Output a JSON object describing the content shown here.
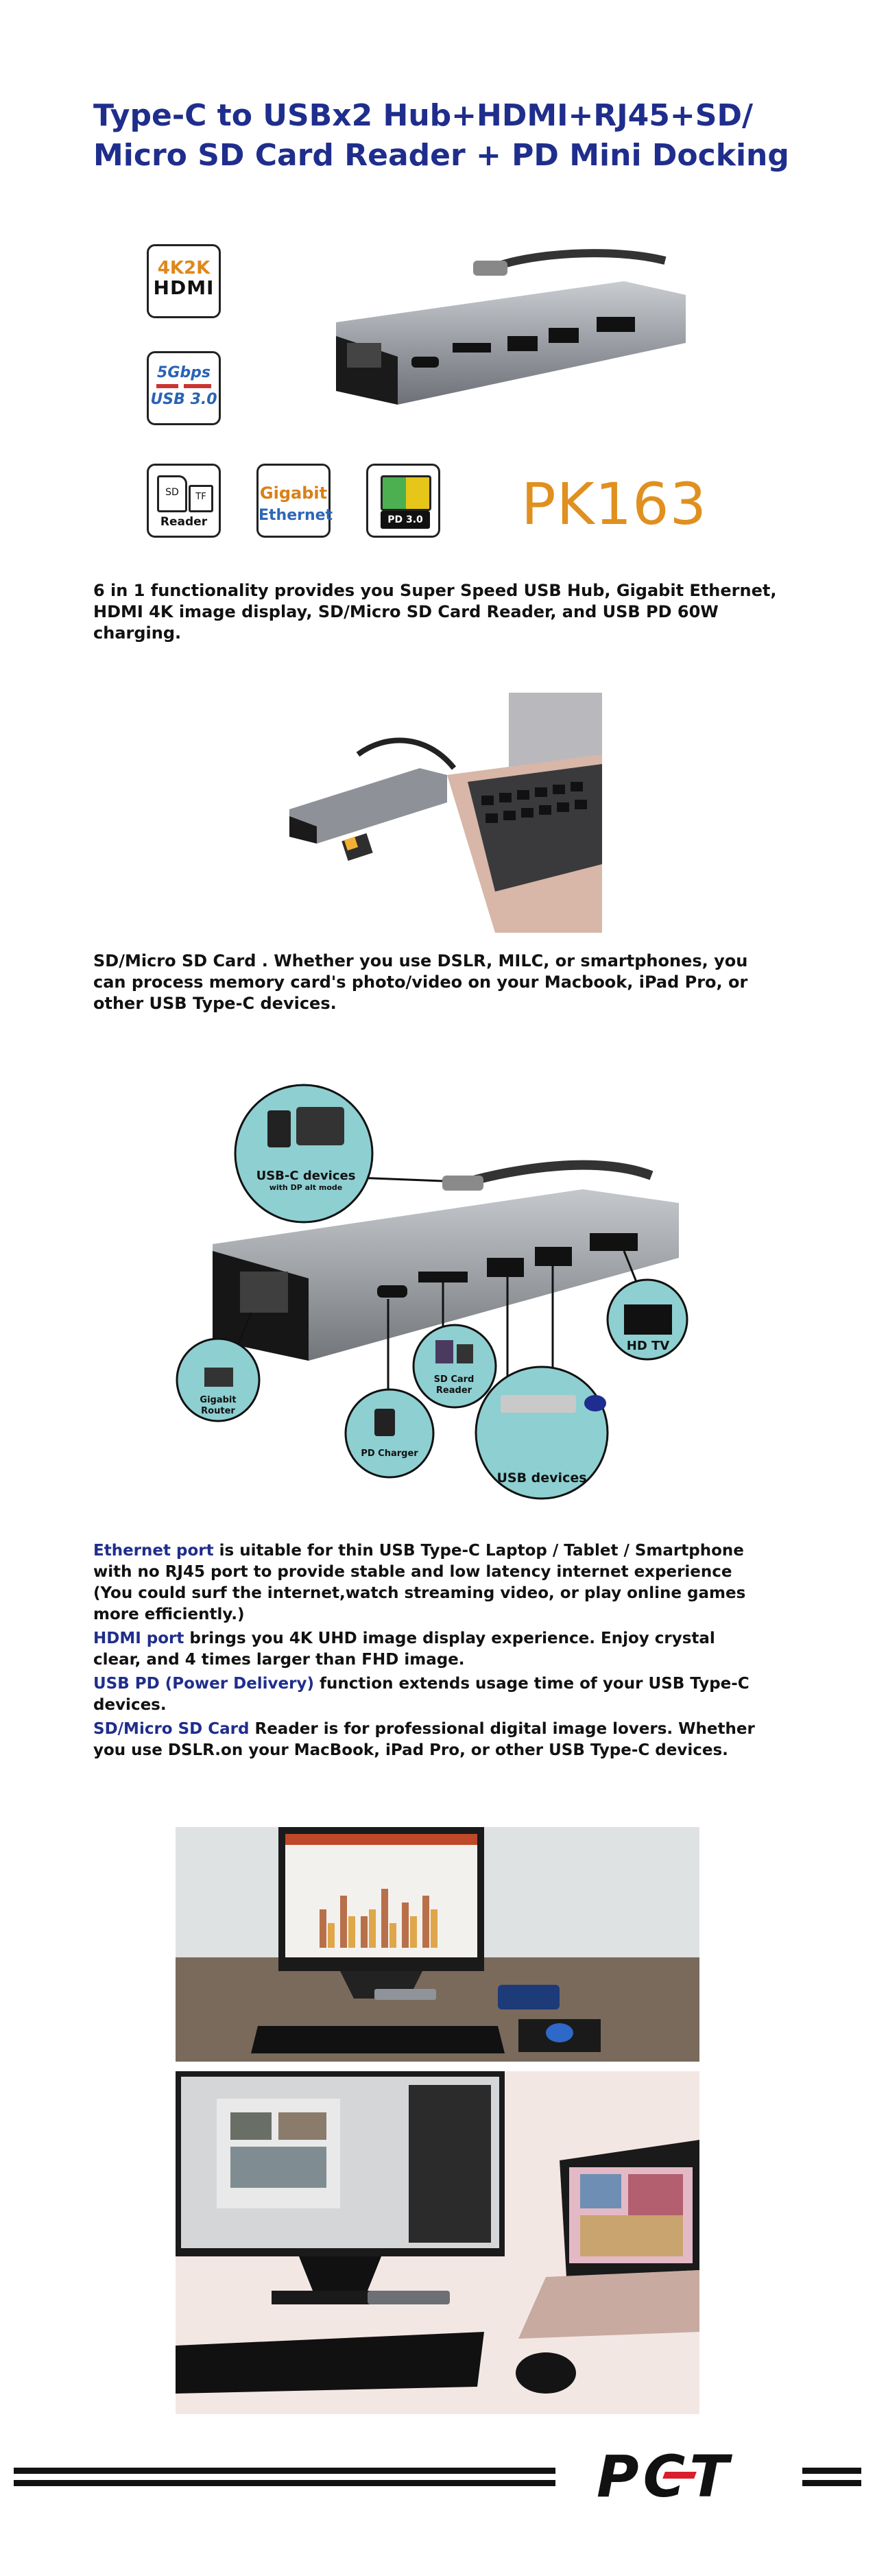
{
  "header": {
    "title_line1": "Type-C to USBx2 Hub+HDMI+RJ45+SD/",
    "title_line2": "Micro SD Card Reader + PD Mini Docking"
  },
  "badges": {
    "hdmi": {
      "line1": "4K2K",
      "line2": "HDMI"
    },
    "usb": {
      "line1": "5Gbps",
      "line2": "USB 3.0"
    },
    "card": {
      "sd": "SD",
      "tf": "TF",
      "label": "Reader"
    },
    "ethernet": {
      "line1": "Gigabit",
      "line2": "Ethernet"
    },
    "pd": {
      "label": "PD 3.0"
    }
  },
  "model": "PK163",
  "intro": "6 in 1 functionality provides you Super Speed USB Hub, Gigabit Ethernet, HDMI 4K image display, SD/Micro SD Card Reader, and USB PD 60W charging.",
  "sd_section": {
    "text": "SD/Micro SD Card . Whether you use DSLR, MILC, or smartphones, you can process memory card's photo/video on your Macbook, iPad Pro, or other USB Type-C devices."
  },
  "diagram": {
    "usbc_label": "USB-C devices",
    "usbc_sub": "with DP alt mode",
    "router_label1": "Gigabit",
    "router_label2": "Router",
    "sd_label1": "SD Card",
    "sd_label2": "Reader",
    "pd_label": "PD Charger",
    "usb_label": "USB devices",
    "tv_label": "HD TV"
  },
  "features": [
    {
      "highlight": "Ethernet port",
      "text": " is uitable for thin USB Type-C Laptop / Tablet / Smartphone with no RJ45 port to provide stable and low latency internet experience (You could surf the internet,watch streaming video, or play online games more efficiently.)"
    },
    {
      "highlight": "HDMI port",
      "text": " brings you 4K UHD image display experience. Enjoy crystal clear, and 4 times larger than FHD image."
    },
    {
      "highlight": "USB PD (Power Delivery)",
      "text": " function extends usage time of your USB Type-C devices."
    },
    {
      "highlight": "SD/Micro SD Card",
      "text": " Reader is for professional digital image lovers. Whether you use DSLR.on your MacBook, iPad Pro, or other USB Type-C devices."
    }
  ],
  "footer": {
    "logo": "PCT"
  },
  "colors": {
    "title": "#1f2e8c",
    "model": "#e0901f",
    "highlight": "#1f2e8c"
  }
}
